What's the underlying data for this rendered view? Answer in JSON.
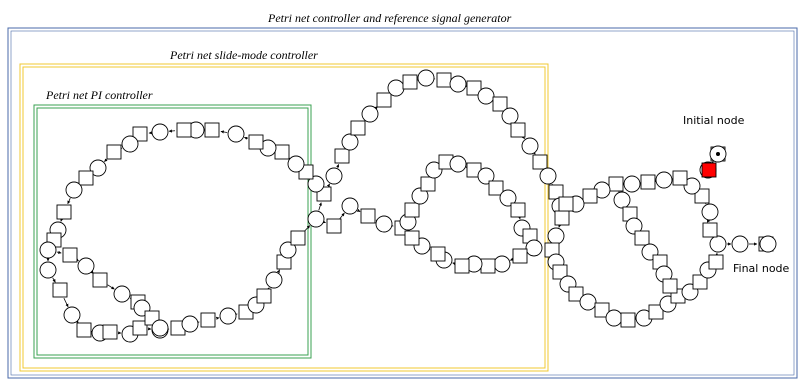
{
  "titles": {
    "outer": "Petri net controller and reference signal generator",
    "slide_mode": "Petri net slide-mode controller",
    "pi": "Petri net PI controller"
  },
  "labels": {
    "initial_node": "Initial node",
    "final_node": "Final node"
  },
  "colors": {
    "outer_frame": "#4a6aa8",
    "slide_mode_frame": "#f0c830",
    "pi_frame": "#3aa050",
    "initial_transition": "#ff0000",
    "stroke": "#000000"
  },
  "token": {
    "place": "initial-place",
    "count": 1
  }
}
